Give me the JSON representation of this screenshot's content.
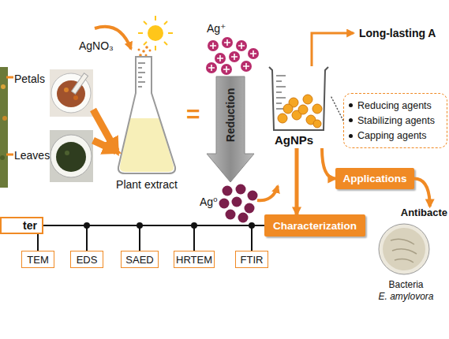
{
  "diagram": {
    "nodes": [
      {
        "text": [
          "Petals"
        ]
      },
      {
        "text": [
          "Leaves"
        ]
      },
      {
        "text": [
          "Plant extract"
        ]
      },
      {
        "text": [
          "AgNPs"
        ]
      },
      {
        "text": [
          "Reducing agents",
          "Stabilizing agents",
          "Capping agents"
        ]
      },
      {
        "text": [
          "Applications"
        ]
      },
      {
        "text": [
          "Characterization"
        ]
      },
      {
        "text": [
          "Antibacte",
          "Bacteria",
          "E. amylovora"
        ]
      },
      {
        "text": [
          "ter"
        ]
      },
      {
        "text": [
          "TEM"
        ]
      },
      {
        "text": [
          "EDS"
        ]
      },
      {
        "text": [
          "SAED"
        ]
      },
      {
        "text": [
          "HRTEM"
        ]
      },
      {
        "text": [
          "FTIR"
        ]
      }
    ],
    "edges": [
      {
        "from": 0,
        "to": 2,
        "arrow": "to"
      },
      {
        "from": 1,
        "to": 2,
        "arrow": "to"
      },
      {
        "from": 3,
        "to": 4,
        "arrow": "none"
      },
      {
        "from": 3,
        "to": 5,
        "arrow": "to"
      },
      {
        "from": 3,
        "to": 6,
        "arrow": "to"
      },
      {
        "from": 5,
        "to": 7,
        "arrow": "to"
      },
      {
        "from": 8,
        "to": 6,
        "arrow": "none"
      }
    ],
    "labels": [
      "AgNO₃",
      "=",
      "Ag⁺",
      "Reduction",
      "Ag⁰",
      "Long-lasting A"
    ]
  }
}
